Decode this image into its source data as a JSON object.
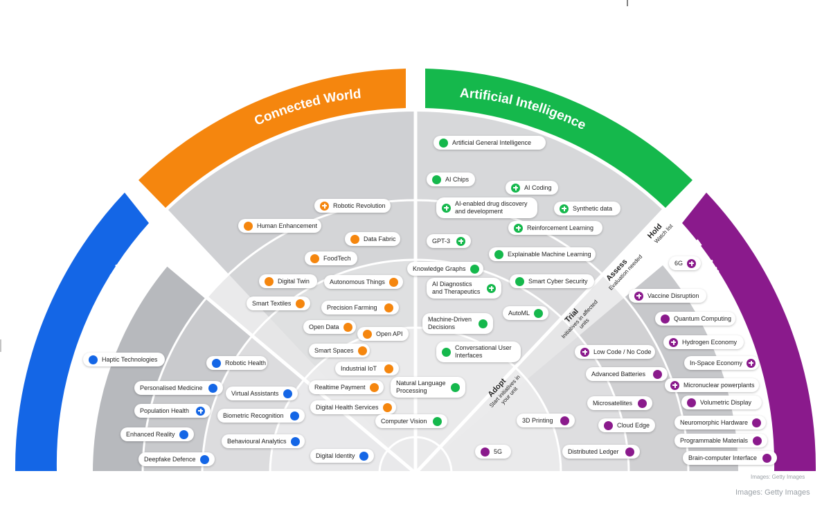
{
  "colors": {
    "human": "#1466e6",
    "connected": "#f5860e",
    "ai": "#15b84c",
    "enabling": "#8a1a8c",
    "ring_bg": "#d7d7d9"
  },
  "segments": {
    "human": "Human-centricity",
    "connected": "Connected World",
    "ai": "Artificial Intelligence",
    "enabling": "Enabling Technologies"
  },
  "rings": {
    "adopt": {
      "title": "Adopt",
      "sub1": "Start initiatives in",
      "sub2": "your unit"
    },
    "trial": {
      "title": "Trial",
      "sub1": "Initiatives in affected",
      "sub2": "units"
    },
    "assess": {
      "title": "Assess",
      "sub1": "Evaluation needed"
    },
    "hold": {
      "title": "Hold",
      "sub1": "Watch list"
    }
  },
  "credits": {
    "small": "Images: Getty Images",
    "large": "Images: Getty Images"
  },
  "items": [
    {
      "id": "haptic",
      "label": "Haptic Technologies",
      "cat": "human",
      "marker": "dot",
      "dot": "left"
    },
    {
      "id": "robotic-health",
      "label": "Robotic Health",
      "cat": "human",
      "marker": "dot",
      "dot": "left"
    },
    {
      "id": "personalised-medicine",
      "label": "Personalised Medicine",
      "cat": "human",
      "marker": "dot",
      "dot": "right"
    },
    {
      "id": "virtual-assistants",
      "label": "Virtual Assistants",
      "cat": "human",
      "marker": "dot",
      "dot": "right"
    },
    {
      "id": "population-health",
      "label": "Population Health",
      "cat": "human",
      "marker": "plus",
      "dot": "right"
    },
    {
      "id": "biometric-recognition",
      "label": "Biometric Recognition",
      "cat": "human",
      "marker": "dot",
      "dot": "right"
    },
    {
      "id": "enhanced-reality",
      "label": "Enhanced Reality",
      "cat": "human",
      "marker": "dot",
      "dot": "right"
    },
    {
      "id": "behavioural-analytics",
      "label": "Behavioural Analytics",
      "cat": "human",
      "marker": "dot",
      "dot": "right"
    },
    {
      "id": "deepfake-defence",
      "label": "Deepfake Defence",
      "cat": "human",
      "marker": "dot",
      "dot": "right"
    },
    {
      "id": "digital-identity",
      "label": "Digital Identity",
      "cat": "human",
      "marker": "dot",
      "dot": "right"
    },
    {
      "id": "robotic-revolution",
      "label": "Robotic Revolution",
      "cat": "connected",
      "marker": "plus",
      "dot": "left"
    },
    {
      "id": "human-enhancement",
      "label": "Human Enhancement",
      "cat": "connected",
      "marker": "dot",
      "dot": "left"
    },
    {
      "id": "data-fabric",
      "label": "Data Fabric",
      "cat": "connected",
      "marker": "dot",
      "dot": "left"
    },
    {
      "id": "foodtech",
      "label": "FoodTech",
      "cat": "connected",
      "marker": "dot",
      "dot": "left"
    },
    {
      "id": "digital-twin",
      "label": "Digital Twin",
      "cat": "connected",
      "marker": "dot",
      "dot": "left"
    },
    {
      "id": "autonomous-things",
      "label": "Autonomous Things",
      "cat": "connected",
      "marker": "dot",
      "dot": "right"
    },
    {
      "id": "smart-textiles",
      "label": "Smart Textiles",
      "cat": "connected",
      "marker": "dot",
      "dot": "right"
    },
    {
      "id": "precision-farming",
      "label": "Precision Farming",
      "cat": "connected",
      "marker": "dot",
      "dot": "right"
    },
    {
      "id": "open-data",
      "label": "Open Data",
      "cat": "connected",
      "marker": "dot",
      "dot": "right"
    },
    {
      "id": "open-api",
      "label": "Open API",
      "cat": "connected",
      "marker": "dot",
      "dot": "left"
    },
    {
      "id": "smart-spaces",
      "label": "Smart Spaces",
      "cat": "connected",
      "marker": "dot",
      "dot": "right"
    },
    {
      "id": "industrial-iot",
      "label": "Industrial IoT",
      "cat": "connected",
      "marker": "dot",
      "dot": "right"
    },
    {
      "id": "realtime-payment",
      "label": "Realtime Payment",
      "cat": "connected",
      "marker": "dot",
      "dot": "right"
    },
    {
      "id": "digital-health-services",
      "label": "Digital Health Services",
      "cat": "connected",
      "marker": "dot",
      "dot": "right"
    },
    {
      "id": "agi",
      "label": "Artificial General Intelligence",
      "cat": "ai",
      "marker": "dot",
      "dot": "left"
    },
    {
      "id": "ai-chips",
      "label": "AI Chips",
      "cat": "ai",
      "marker": "dot",
      "dot": "left"
    },
    {
      "id": "ai-coding",
      "label": "AI Coding",
      "cat": "ai",
      "marker": "plus",
      "dot": "left"
    },
    {
      "id": "ai-drug",
      "label": "AI-enabled drug discovery",
      "label2": "and development",
      "cat": "ai",
      "marker": "plus",
      "dot": "left"
    },
    {
      "id": "synthetic-data",
      "label": "Synthetic data",
      "cat": "ai",
      "marker": "plus",
      "dot": "left"
    },
    {
      "id": "reinforcement-learning",
      "label": "Reinforcement Learning",
      "cat": "ai",
      "marker": "plus",
      "dot": "left"
    },
    {
      "id": "gpt3",
      "label": "GPT-3",
      "cat": "ai",
      "marker": "plus",
      "dot": "right"
    },
    {
      "id": "explainable-ml",
      "label": "Explainable Machine Learning",
      "cat": "ai",
      "marker": "dot",
      "dot": "left"
    },
    {
      "id": "knowledge-graphs",
      "label": "Knowledge Graphs",
      "cat": "ai",
      "marker": "dot",
      "dot": "right"
    },
    {
      "id": "ai-diagnostics",
      "label": "AI Diagnostics",
      "label2": "and Therapeutics",
      "cat": "ai",
      "marker": "plus",
      "dot": "right"
    },
    {
      "id": "smart-cyber",
      "label": "Smart Cyber Security",
      "cat": "ai",
      "marker": "dot",
      "dot": "left"
    },
    {
      "id": "automl",
      "label": "AutoML",
      "cat": "ai",
      "marker": "dot",
      "dot": "right"
    },
    {
      "id": "machine-driven",
      "label": "Machine-Driven",
      "label2": "Decisions",
      "cat": "ai",
      "marker": "dot",
      "dot": "right"
    },
    {
      "id": "conversational-ui",
      "label": "Conversational User",
      "label2": "Interfaces",
      "cat": "ai",
      "marker": "dot",
      "dot": "left"
    },
    {
      "id": "nlp",
      "label": "Natural Language",
      "label2": "Processing",
      "cat": "ai",
      "marker": "dot",
      "dot": "right"
    },
    {
      "id": "computer-vision",
      "label": "Computer Vision",
      "cat": "ai",
      "marker": "dot",
      "dot": "right"
    },
    {
      "id": "6g",
      "label": "6G",
      "cat": "enabling",
      "marker": "plus",
      "dot": "right"
    },
    {
      "id": "vaccine-disruption",
      "label": "Vaccine Disruption",
      "cat": "enabling",
      "marker": "plus",
      "dot": "left"
    },
    {
      "id": "quantum-computing",
      "label": "Quantum Computing",
      "cat": "enabling",
      "marker": "dot",
      "dot": "left"
    },
    {
      "id": "hydrogen-economy",
      "label": "Hydrogen Economy",
      "cat": "enabling",
      "marker": "plus",
      "dot": "left"
    },
    {
      "id": "low-code",
      "label": "Low Code / No Code",
      "cat": "enabling",
      "marker": "plus",
      "dot": "left"
    },
    {
      "id": "in-space-economy",
      "label": "In-Space Economy",
      "cat": "enabling",
      "marker": "plus",
      "dot": "right"
    },
    {
      "id": "advanced-batteries",
      "label": "Advanced Batteries",
      "cat": "enabling",
      "marker": "dot",
      "dot": "right"
    },
    {
      "id": "micronuclear",
      "label": "Micronuclear powerplants",
      "cat": "enabling",
      "marker": "plus",
      "dot": "left"
    },
    {
      "id": "volumetric-display",
      "label": "Volumetric Display",
      "cat": "enabling",
      "marker": "dot",
      "dot": "left"
    },
    {
      "id": "microsatellites",
      "label": "Microsatellites",
      "cat": "enabling",
      "marker": "dot",
      "dot": "right"
    },
    {
      "id": "3d-printing",
      "label": "3D Printing",
      "cat": "enabling",
      "marker": "dot",
      "dot": "right"
    },
    {
      "id": "cloud-edge",
      "label": "Cloud Edge",
      "cat": "enabling",
      "marker": "dot",
      "dot": "left"
    },
    {
      "id": "neuromorphic",
      "label": "Neuromorphic Hardware",
      "cat": "enabling",
      "marker": "dot",
      "dot": "right"
    },
    {
      "id": "programmable-materials",
      "label": "Programmable Materials",
      "cat": "enabling",
      "marker": "dot",
      "dot": "right"
    },
    {
      "id": "5g",
      "label": "5G",
      "cat": "enabling",
      "marker": "dot",
      "dot": "left"
    },
    {
      "id": "distributed-ledger",
      "label": "Distributed Ledger",
      "cat": "enabling",
      "marker": "dot",
      "dot": "right"
    },
    {
      "id": "bci",
      "label": "Brain-computer Interface",
      "cat": "enabling",
      "marker": "dot",
      "dot": "right"
    }
  ]
}
